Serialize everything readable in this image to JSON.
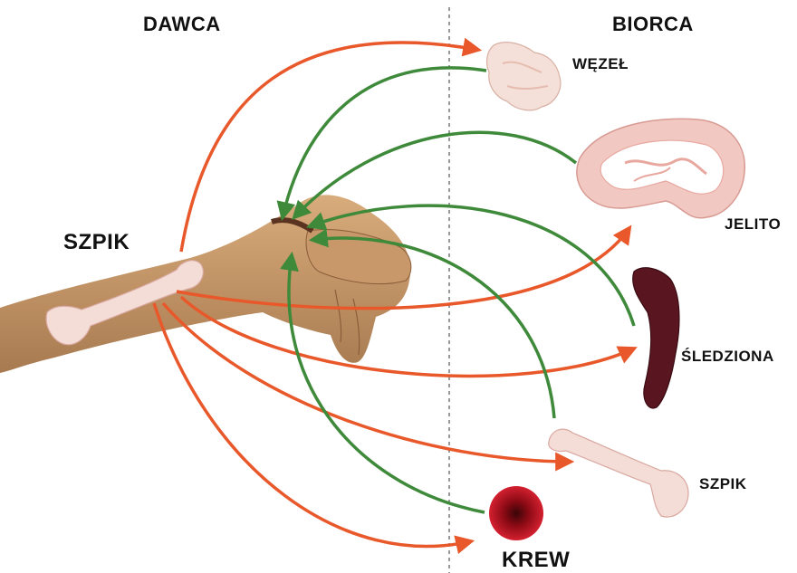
{
  "headers": {
    "donor": "DAWCA",
    "recipient": "BIORCA"
  },
  "labels": {
    "donor_marrow": "SZPIK",
    "node": "WĘZEŁ",
    "intestine": "JELITO",
    "spleen": "ŚLEDZIONA",
    "recipient_marrow": "SZPIK",
    "blood": "KREW"
  },
  "colors": {
    "donor_to_recipient_arrow": "#e8582a",
    "recipient_to_donor_arrow": "#3e8a3a",
    "divider": "#777777",
    "skin": "#c99a6c",
    "bone": "#f3ddd6",
    "intestine": "#f1c9c2",
    "spleen": "#5a1620",
    "blood": "#b3101c"
  },
  "arrows": {
    "donor_to_recipient": [
      "node",
      "intestine",
      "spleen",
      "recipient_marrow",
      "blood"
    ],
    "recipient_to_donor": [
      "node",
      "intestine",
      "spleen",
      "recipient_marrow",
      "blood"
    ]
  }
}
